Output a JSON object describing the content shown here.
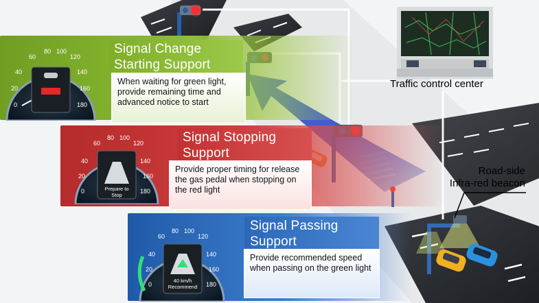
{
  "panels": {
    "starting": {
      "title_line1": "Signal Change",
      "title_line2": "Starting Support",
      "description": "When waiting for green light,  provide remaining time and advanced notice to start",
      "color": "#8cbc34"
    },
    "stopping": {
      "title_line1": "Signal Stopping",
      "title_line2": "Support",
      "description": "Provide proper timing for release the gas pedal when stopping on the  red light",
      "display_line1": "Prepare to",
      "display_line2": "Stop",
      "color": "#cf3a3a"
    },
    "passing": {
      "title_line1": "Signal Passing",
      "title_line2": "Support",
      "description": "Provide recommended speed when passing on the green light",
      "display_line1": "40 km/h",
      "display_line2": "Recommend",
      "color": "#3a78c8"
    }
  },
  "gauge_ticks": {
    "top_row": [
      "60",
      "80",
      "100",
      "120"
    ],
    "left": [
      "40",
      "20",
      "0"
    ],
    "right": [
      "140",
      "160",
      "180"
    ]
  },
  "labels": {
    "traffic_center": "Traffic control center",
    "beacon_line1": "Road-side",
    "beacon_line2": "Infra-red beacon"
  },
  "icons": [
    "traffic-light-icon",
    "car-icon",
    "monitor-wall-icon",
    "beacon-icon"
  ]
}
